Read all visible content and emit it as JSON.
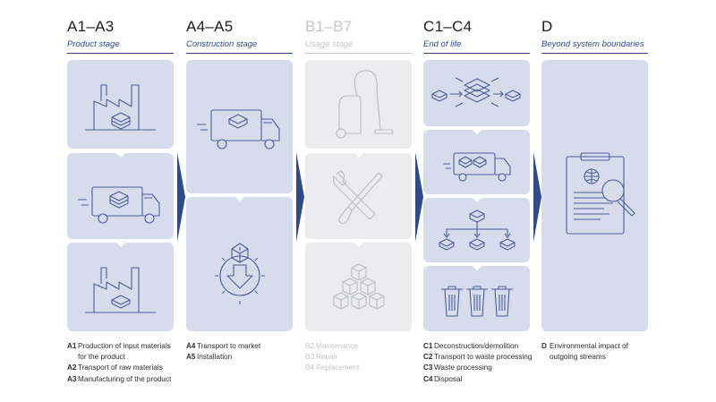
{
  "columns": [
    {
      "code": "A1–A3",
      "stage": "Product stage"
    },
    {
      "code": "A4–A5",
      "stage": "Construction stage"
    },
    {
      "code": "B1–B7",
      "stage": "Usage stage"
    },
    {
      "code": "C1–C4",
      "stage": "End of life"
    },
    {
      "code": "D",
      "stage": "Beyond system boundaries"
    }
  ],
  "legend": {
    "a": [
      {
        "code": "A1",
        "text": "Production of input materials",
        "text2": "for the product"
      },
      {
        "code": "A2",
        "text": "Transport of raw materials"
      },
      {
        "code": "A3",
        "text": "Manufacturing of the product"
      }
    ],
    "a45": [
      {
        "code": "A4",
        "text": "Transport to market"
      },
      {
        "code": "A5",
        "text": "Installation"
      }
    ],
    "b": [
      {
        "code": "B2",
        "text": "Maintenance"
      },
      {
        "code": "B3",
        "text": "Repair"
      },
      {
        "code": "B4",
        "text": "Replacement"
      }
    ],
    "c": [
      {
        "code": "C1",
        "text": "Deconstruction/demolition"
      },
      {
        "code": "C2",
        "text": "Transport to waste processing"
      },
      {
        "code": "C3",
        "text": "Waste processing"
      },
      {
        "code": "C4",
        "text": "Disposal"
      }
    ],
    "d": [
      {
        "code": "D",
        "text": "Environmental impact of",
        "text2": "outgoing streams"
      }
    ]
  },
  "icons": {
    "a1": "factory-icon",
    "a2": "truck-icon",
    "a3": "factory-icon",
    "a4": "truck-icon",
    "a5": "gear-install-icon",
    "b1": "vacuum-cleaner-icon",
    "b2": "tools-icon",
    "b3": "boxes-icon",
    "c1": "deconstruction-icon",
    "c2": "truck-icon",
    "c3": "sorting-icon",
    "c4": "waste-bins-icon",
    "d": "document-magnifier-icon"
  },
  "colors": {
    "accent": "#2f4a8a",
    "box": "#d6dcec",
    "box_grey": "#ececef",
    "icon": "#4a5f97",
    "icon_grey": "#b8bbc4"
  }
}
